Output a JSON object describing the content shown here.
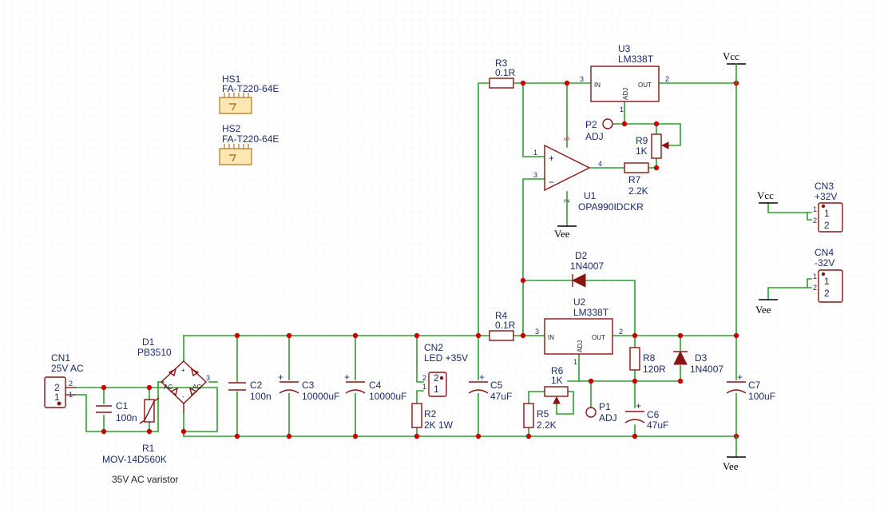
{
  "components": {
    "HS1": {
      "ref": "HS1",
      "value": "FA-T220-64E"
    },
    "HS2": {
      "ref": "HS2",
      "value": "FA-T220-64E"
    },
    "CN1": {
      "ref": "CN1",
      "value": "25V AC",
      "pins": [
        "2",
        "1"
      ]
    },
    "C1": {
      "ref": "C1",
      "value": "100n"
    },
    "R1": {
      "ref": "R1",
      "value": "MOV-14D560K"
    },
    "D1": {
      "ref": "D1",
      "value": "PB3510",
      "pins": [
        "AC",
        "AC",
        "+",
        "-",
        "3"
      ]
    },
    "C2": {
      "ref": "C2",
      "value": "100n"
    },
    "C3": {
      "ref": "C3",
      "value": "10000uF"
    },
    "C4": {
      "ref": "C4",
      "value": "10000uF"
    },
    "CN2": {
      "ref": "CN2",
      "value": "LED +35V",
      "pins": [
        "2",
        "1"
      ]
    },
    "R2": {
      "ref": "R2",
      "value": "2K 1W"
    },
    "C5": {
      "ref": "C5",
      "value": "47uF"
    },
    "R3": {
      "ref": "R3",
      "value": "0.1R"
    },
    "R4": {
      "ref": "R4",
      "value": "0.1R"
    },
    "U3": {
      "ref": "U3",
      "value": "LM338T",
      "pins": {
        "in": "IN",
        "out": "OUT",
        "adj": "ADJ",
        "n_in": "3",
        "n_out": "2",
        "n_adj": "1"
      }
    },
    "U2": {
      "ref": "U2",
      "value": "LM338T",
      "pins": {
        "in": "IN",
        "out": "OUT",
        "adj": "ADJ",
        "n_in": "3",
        "n_out": "2",
        "n_adj": "1"
      }
    },
    "U1": {
      "ref": "U1",
      "value": "OPA990IDCKR",
      "pins": {
        "plus": "+",
        "minus": "−",
        "n1": "1",
        "n3": "3",
        "n4": "4",
        "n5": "5",
        "n2": "2"
      }
    },
    "P2": {
      "ref": "P2",
      "value": "ADJ"
    },
    "P1": {
      "ref": "P1",
      "value": "ADJ"
    },
    "R9": {
      "ref": "R9",
      "value": "1K"
    },
    "R7": {
      "ref": "R7",
      "value": "2.2K"
    },
    "D2": {
      "ref": "D2",
      "value": "1N4007"
    },
    "R6": {
      "ref": "R6",
      "value": "1K"
    },
    "R5": {
      "ref": "R5",
      "value": "2.2K"
    },
    "R8": {
      "ref": "R8",
      "value": "120R"
    },
    "D3": {
      "ref": "D3",
      "value": "1N4007"
    },
    "C6": {
      "ref": "C6",
      "value": "47uF"
    },
    "C7": {
      "ref": "C7",
      "value": "100uF"
    },
    "CN3": {
      "ref": "CN3",
      "value": "+32V",
      "pins": [
        "1",
        "2"
      ],
      "ext": [
        "1",
        "2"
      ]
    },
    "CN4": {
      "ref": "CN4",
      "value": "-32V",
      "pins": [
        "1",
        "2"
      ],
      "ext": [
        "1",
        "2"
      ]
    }
  },
  "power": {
    "vcc": "Vcc",
    "vee": "Vee"
  },
  "notes": {
    "varistor": "35V AC varistor"
  },
  "colors": {
    "wire": "#2ea02e",
    "symbol": "#8a1414",
    "junction": "#cc0000",
    "label": "#1c2b6b",
    "grid": "#d6dbe3"
  }
}
